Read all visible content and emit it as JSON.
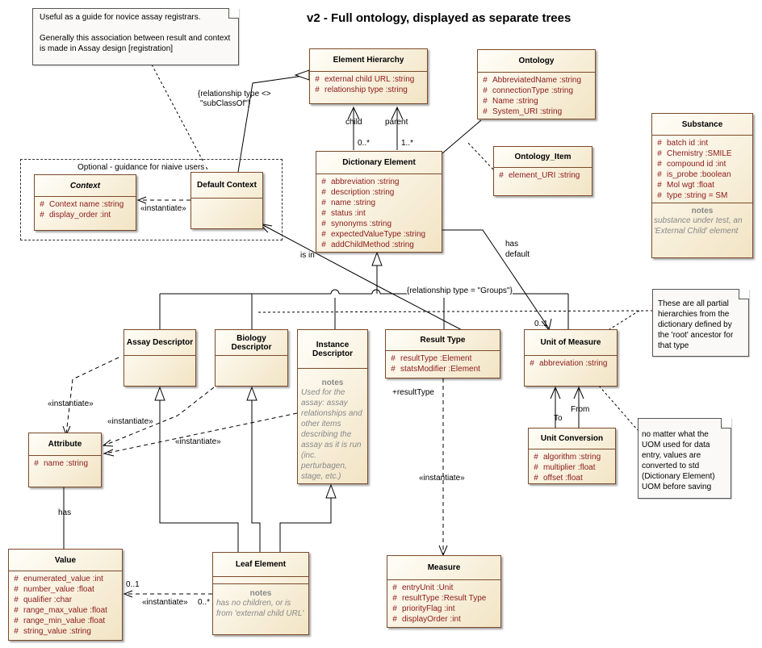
{
  "title": "v2 - Full ontology, displayed as separate trees",
  "boundary": {
    "label": "Optional - guidance for niaive users"
  },
  "notes": {
    "novice": {
      "p1": "Useful as a guide for novice assay registrars.",
      "p2": "Generally this association between result and context is made in Assay design [registration]"
    },
    "partial": "These are all partial hierarchies from the dictionary defined by the 'root' ancestor for that type",
    "uom": "no matter what the UOM used for data entry, values are converted to std (Dictionary Element) UOM before saving"
  },
  "classes": {
    "element_hierarchy": {
      "name": "Element Hierarchy",
      "attrs": [
        "external child URL  :string",
        "relationship type  :string"
      ]
    },
    "ontology": {
      "name": "Ontology",
      "attrs": [
        "AbbreviatedName  :string",
        "connectionType  :string",
        "Name  :string",
        "System_URI  :string"
      ]
    },
    "substance": {
      "name": "Substance",
      "attrs": [
        "batch id  :int",
        "Chemistry  :SMILE",
        "compound id  :int",
        "is_probe  :boolean",
        "Mol wgt  :float",
        "type  :string = SM"
      ],
      "notes_label": "notes",
      "notes": "substance under test, an 'External Child' element"
    },
    "ontology_item": {
      "name": "Ontology_Item",
      "attrs": [
        "element_URI  :string"
      ]
    },
    "dictionary_element": {
      "name": "Dictionary Element",
      "attrs": [
        "abbreviation  :string",
        "description  :string",
        "name  :string",
        "status  :int",
        "synonyms  :string",
        "expectedValueType  :string",
        "addChildMethod  :string"
      ]
    },
    "context": {
      "name": "Context",
      "attrs": [
        "Context name  :string",
        "display_order  :int"
      ]
    },
    "default_context": {
      "name": "Default Context"
    },
    "assay_descriptor": {
      "name": "Assay Descriptor"
    },
    "biology_descriptor": {
      "name": "Biology Descriptor"
    },
    "instance_descriptor": {
      "name": "Instance Descriptor",
      "notes_label": "notes",
      "notes": "Used for the assay: assay relationships and other items describing the assay as it is run (inc. perturbagen, stage, etc.)"
    },
    "result_type": {
      "name": "Result Type",
      "attrs": [
        "resultType  :Element",
        "statsModifier  :Element"
      ]
    },
    "unit_of_measure": {
      "name": "Unit of Measure",
      "attrs": [
        "abbreviation  :string"
      ]
    },
    "unit_conversion": {
      "name": "Unit Conversion",
      "attrs": [
        "algorithm  :string",
        "multiplier  :float",
        "offset  :float"
      ]
    },
    "attribute": {
      "name": "Attribute",
      "attrs": [
        "name  :string"
      ]
    },
    "value": {
      "name": "Value",
      "attrs": [
        "enumerated_value  :int",
        "number_value  :float",
        "qualifier  :char",
        "range_max_value  :float",
        "range_min_value  :float",
        "string_value  :string"
      ]
    },
    "leaf_element": {
      "name": "Leaf Element",
      "notes_label": "notes",
      "notes": "has no children, or is from 'external child URL'"
    },
    "measure": {
      "name": "Measure",
      "attrs": [
        "entryUnit  :Unit",
        "resultType  :Result Type",
        "priorityFlag  :int",
        "displayOrder  :int"
      ]
    }
  },
  "labels": {
    "rel_type_subclass_1": "{relationship type <>",
    "rel_type_subclass_2": "\"subClassOf\"}",
    "child": "child",
    "parent": "parent",
    "mult_0n": "0..*",
    "mult_1n": "1..*",
    "instantiate": "«instantiate»",
    "is_in": "is in",
    "has_default_1": "has",
    "has_default_2": "default",
    "groups": "{relationship type = \"Groups\"}",
    "mult_01": "0..1",
    "result_type_role": "+resultType",
    "to": "To",
    "from": "From",
    "has": "has",
    "mult_0n_b": "0..*"
  }
}
